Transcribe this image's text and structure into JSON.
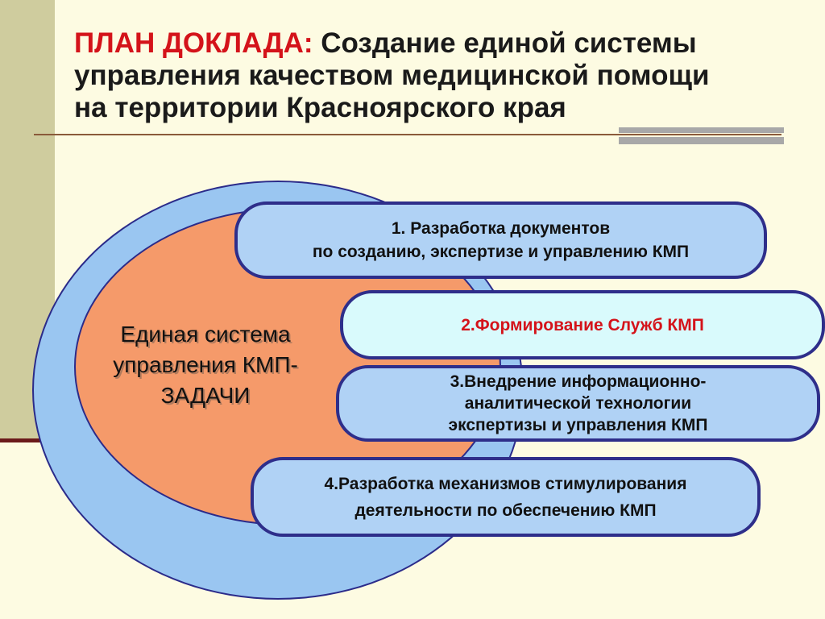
{
  "title": {
    "lead": "ПЛАН ДОКЛАДА:",
    "line1": " Создание единой системы",
    "line2": "управления качеством медицинской помощи",
    "line3": "на территории Красноярского края"
  },
  "center": {
    "line1": "Единая система",
    "line2": "управления КМП-",
    "line3": "ЗАДАЧИ"
  },
  "tasks": [
    {
      "lines": [
        "1. Разработка документов",
        "по созданию, экспертизе и управлению КМП"
      ]
    },
    {
      "lines": [
        "2.Формирование Служб КМП"
      ]
    },
    {
      "lines": [
        "3.Внедрение информационно-",
        "аналитической технологии",
        "экспертизы и управления КМП"
      ]
    },
    {
      "lines": [
        "4.Разработка механизмов стимулирования",
        "деятельности по обеспечению КМП"
      ]
    }
  ],
  "colors": {
    "accent_red": "#d4131a",
    "outer_ring": "#9ac6f1",
    "inner_core": "#f59a6a",
    "pill_fill": "#b0d2f5",
    "pill_highlight": "#d9fafc",
    "pill_border": "#2e2e8a",
    "background": "#fdfbe2",
    "side_bar": "#cfcc9e"
  }
}
